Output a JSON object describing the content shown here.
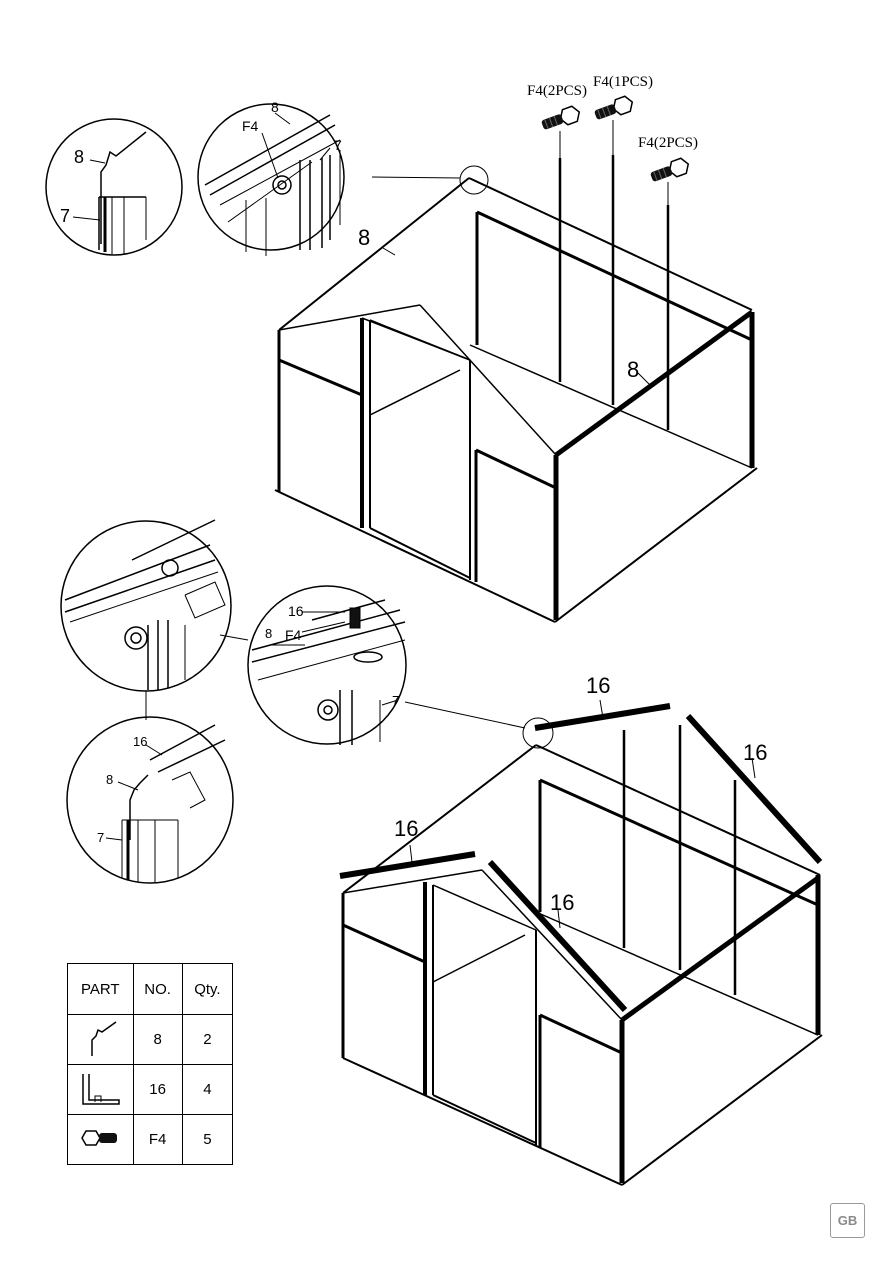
{
  "top_figure": {
    "fasteners": [
      {
        "label": "F4(2PCS)"
      },
      {
        "label": "F4(1PCS)"
      },
      {
        "label": "F4(2PCS)"
      }
    ],
    "part_labels": [
      "8",
      "8"
    ],
    "detail_left": {
      "labels": [
        "8",
        "7"
      ]
    },
    "detail_right": {
      "labels": [
        "8",
        "F4",
        "7"
      ]
    }
  },
  "bottom_figure": {
    "part_labels": [
      "16",
      "16",
      "16",
      "16"
    ],
    "detail_main": {
      "labels": [
        "16",
        "8",
        "F4",
        "7"
      ]
    },
    "detail_bottom": {
      "labels": [
        "16",
        "8",
        "7"
      ]
    }
  },
  "parts_table": {
    "headers": [
      "PART",
      "NO.",
      "Qty."
    ],
    "rows": [
      {
        "icon": "profile-8-icon",
        "no": "8",
        "qty": "2"
      },
      {
        "icon": "profile-16-icon",
        "no": "16",
        "qty": "4"
      },
      {
        "icon": "bolt-f4-icon",
        "no": "F4",
        "qty": "5"
      }
    ]
  },
  "language_badge": "GB"
}
